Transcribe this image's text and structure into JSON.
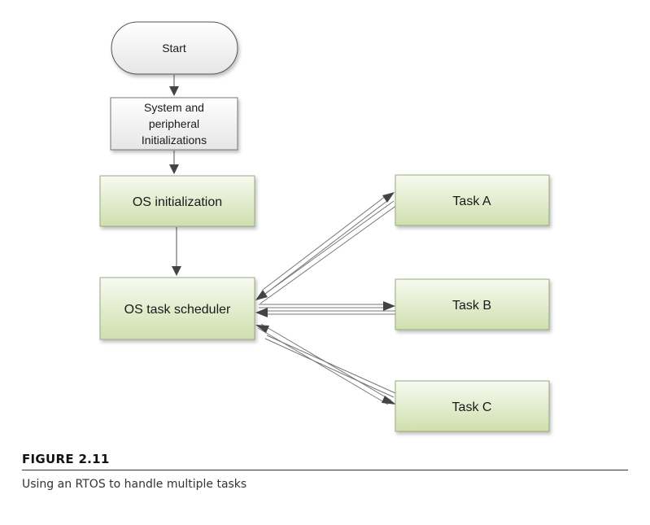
{
  "nodes": {
    "start": "Start",
    "init_line1": "System and",
    "init_line2": "peripheral",
    "init_line3": "Initializations",
    "os_init": "OS initialization",
    "scheduler": "OS task scheduler",
    "task_a": "Task A",
    "task_b": "Task B",
    "task_c": "Task C"
  },
  "caption": {
    "label": "FIGURE 2.11",
    "text": "Using an RTOS to handle multiple tasks"
  }
}
